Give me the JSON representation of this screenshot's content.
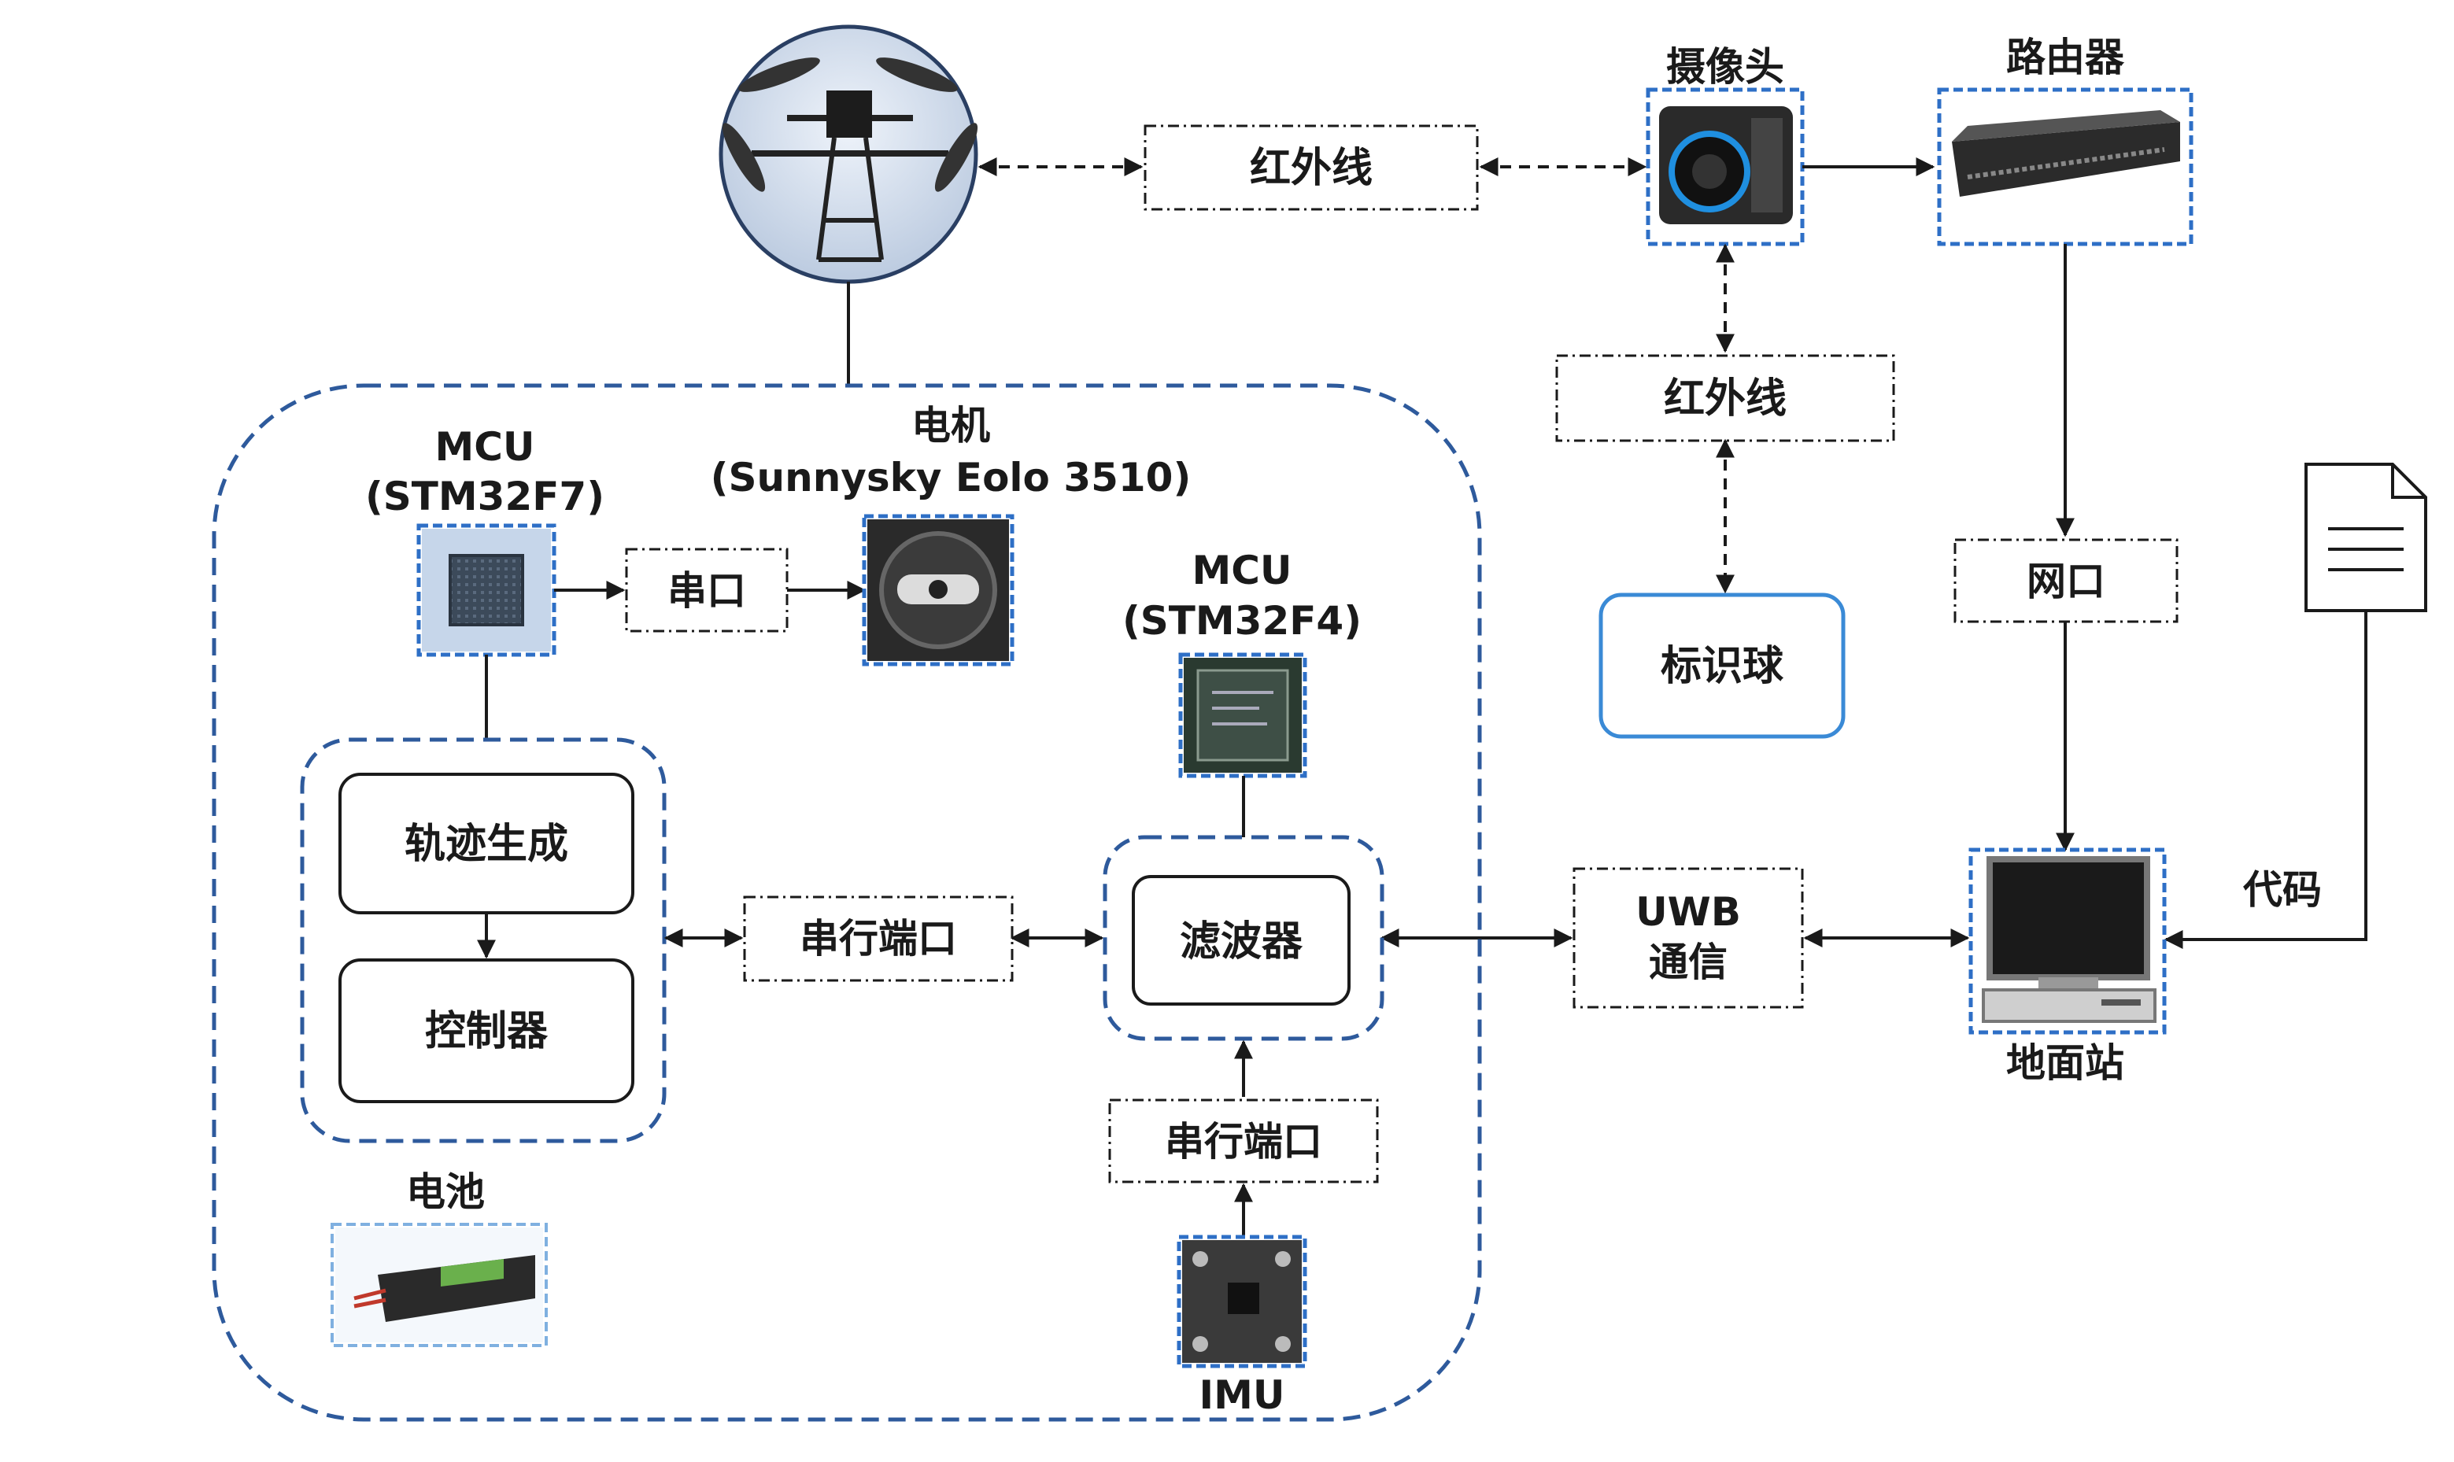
{
  "drone_link": {
    "infrared_top": "红外线"
  },
  "camera": {
    "label": "摄像头",
    "infrared_vertical": "红外线"
  },
  "router": {
    "label": "路由器"
  },
  "marker_ball": {
    "label": "标识球"
  },
  "network_port": {
    "label": "网口"
  },
  "code": {
    "label": "代码"
  },
  "ground_station": {
    "label": "地面站"
  },
  "uwb": {
    "line1": "UWB",
    "line2": "通信"
  },
  "mcu_f7": {
    "line1": "MCU",
    "line2": "(STM32F7)"
  },
  "motor": {
    "line1": "电机",
    "line2": "(Sunnysky Eolo 3510)"
  },
  "serial_port": {
    "label": "串口"
  },
  "mcu_f4": {
    "line1": "MCU",
    "line2": "(STM32F4)"
  },
  "control_group": {
    "trajectory": "轨迹生成",
    "controller": "控制器"
  },
  "serial_interface_mid": {
    "label": "串行端口"
  },
  "filter": {
    "label": "滤波器"
  },
  "serial_interface_low": {
    "label": "串行端口"
  },
  "imu": {
    "label": "IMU"
  },
  "battery": {
    "label": "电池"
  },
  "colors": {
    "frame_blue": "#2e5a9c",
    "image_frame": "#2e6fc6",
    "ball_border": "#3a8ad6"
  }
}
